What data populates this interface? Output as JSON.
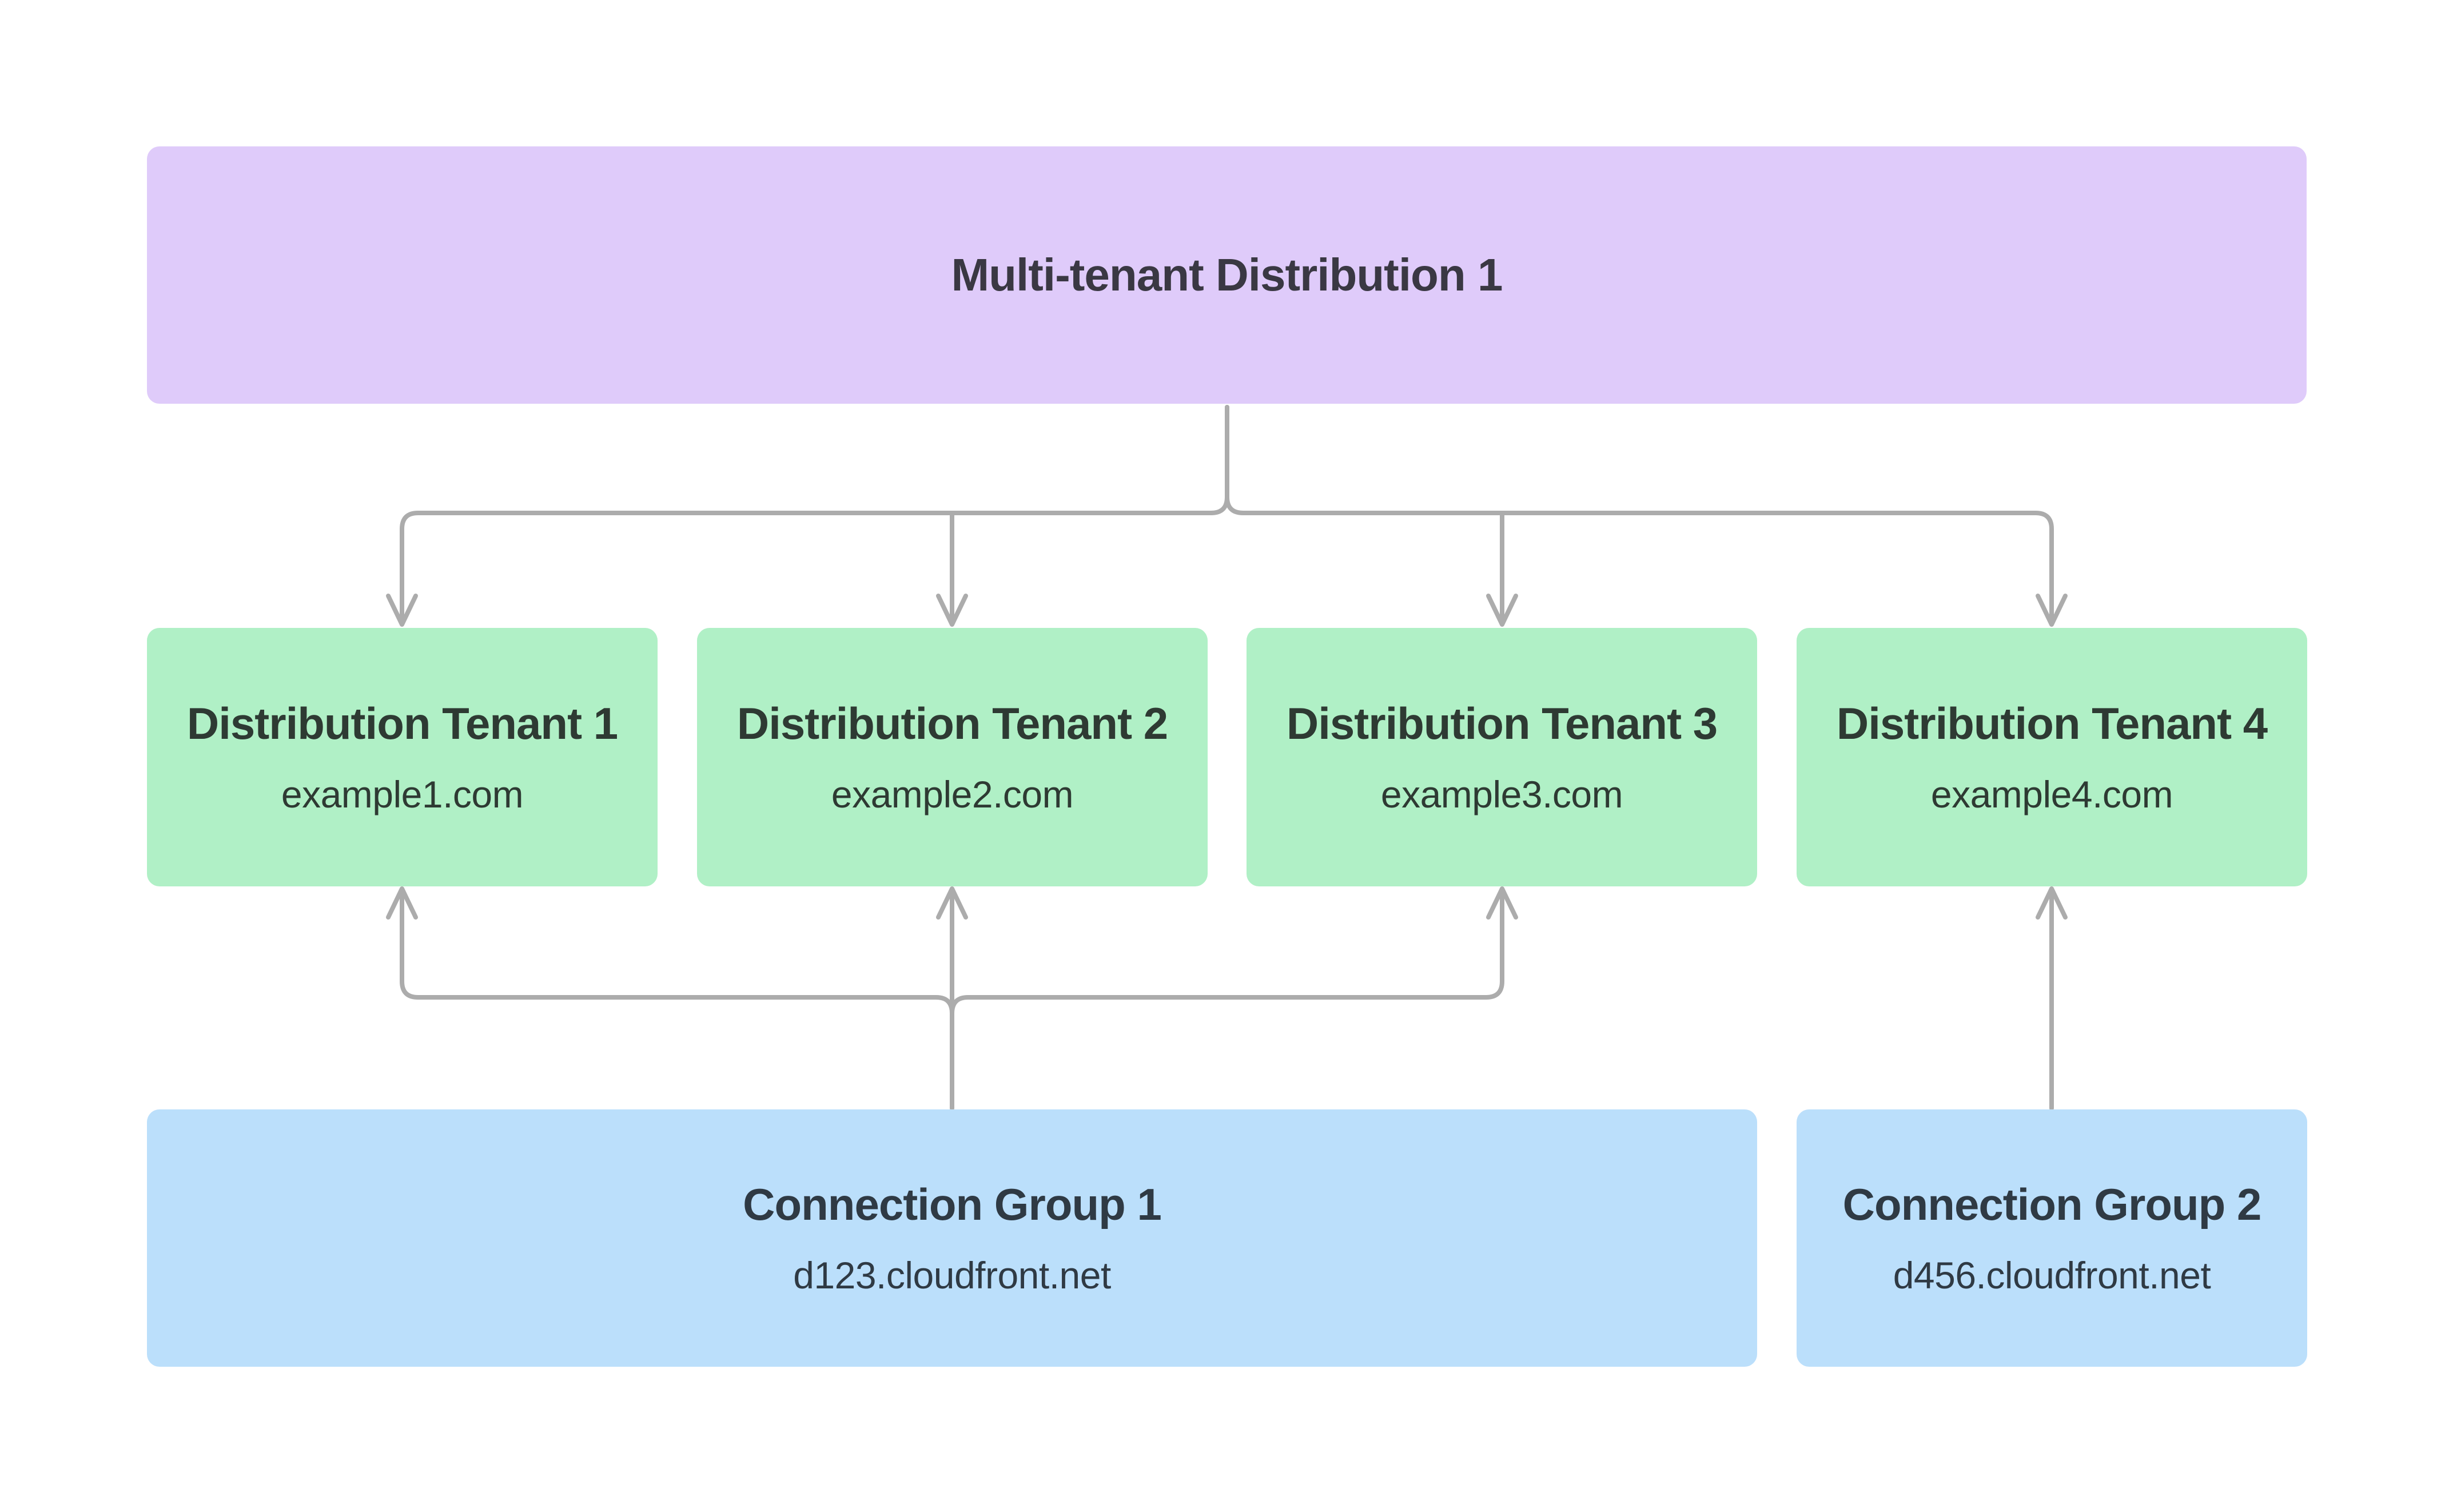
{
  "diagram": {
    "root": {
      "label": "Multi-tenant Distribution 1"
    },
    "tenants": [
      {
        "title": "Distribution Tenant 1",
        "subtitle": "example1.com"
      },
      {
        "title": "Distribution Tenant 2",
        "subtitle": "example2.com"
      },
      {
        "title": "Distribution Tenant 3",
        "subtitle": "example3.com"
      },
      {
        "title": "Distribution Tenant 4",
        "subtitle": "example4.com"
      }
    ],
    "connection_groups": [
      {
        "title": "Connection Group 1",
        "subtitle": "d123.cloudfront.net"
      },
      {
        "title": "Connection Group 2",
        "subtitle": "d456.cloudfront.net"
      }
    ],
    "colors": {
      "root_fill": "#DFCBFA",
      "tenant_fill": "#B0F0C6",
      "group_fill": "#BBDFFB",
      "connector": "#ACACAC",
      "text": "#33383E",
      "background": "#FFFFFF"
    }
  }
}
